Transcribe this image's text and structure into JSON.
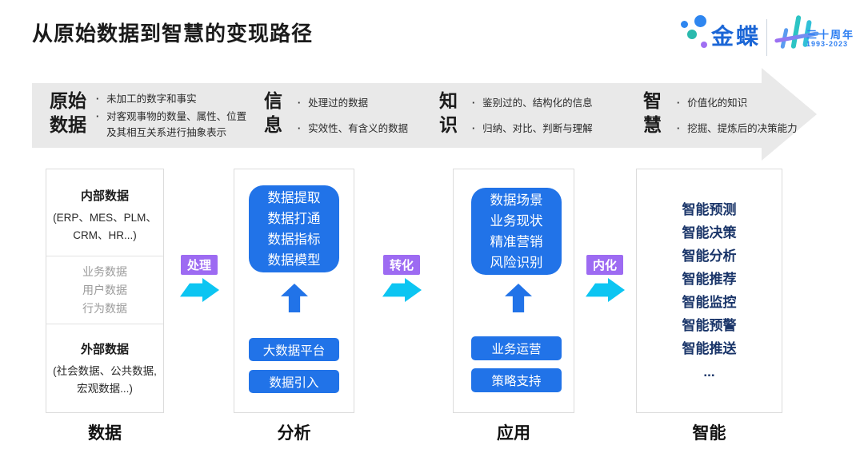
{
  "page": {
    "title": "从原始数据到智慧的变现路径"
  },
  "logo": {
    "brand": "金蝶",
    "anniversary_title": "三十周年",
    "anniversary_years": "1993-2023"
  },
  "banner": {
    "stages": [
      {
        "title": "原始数据",
        "bullets": [
          "未加工的数字和事实",
          "对客观事物的数量、属性、位置及其相互关系进行抽象表示"
        ]
      },
      {
        "title": "信息",
        "bullets": [
          "处理过的数据",
          "实效性、有含义的数据"
        ]
      },
      {
        "title": "知识",
        "bullets": [
          "鉴别过的、结构化的信息",
          "归纳、对比、判断与理解"
        ]
      },
      {
        "title": "智慧",
        "bullets": [
          "价值化的知识",
          "挖掘、提炼后的决策能力"
        ]
      }
    ]
  },
  "flow": {
    "connectors": [
      {
        "label": "处理"
      },
      {
        "label": "转化"
      },
      {
        "label": "内化"
      }
    ],
    "columns": [
      {
        "label": "数据",
        "sections": [
          {
            "heading": "内部数据",
            "body": "(ERP、MES、PLM、\nCRM、HR...)"
          },
          {
            "items": "业务数据\n用户数据\n行为数据"
          },
          {
            "heading": "外部数据",
            "body": "(社会数据、公共数据,\n宏观数据...)"
          }
        ]
      },
      {
        "label": "分析",
        "big_box": "数据提取\n数据打通\n数据指标\n数据模型",
        "buttons": [
          "大数据平台",
          "数据引入"
        ]
      },
      {
        "label": "应用",
        "big_box": "数据场景\n业务现状\n精准营销\n风险识别",
        "buttons": [
          "业务运营",
          "策略支持"
        ]
      },
      {
        "label": "智能",
        "items": [
          "智能预测",
          "智能决策",
          "智能分析",
          "智能推荐",
          "智能监控",
          "智能预警",
          "智能推送",
          "..."
        ]
      }
    ]
  },
  "colors": {
    "primary_blue": "#2173e8",
    "badge_purple": "#9d6bf2",
    "arrow_cyan": "#0cc5f2",
    "navy": "#1a3569",
    "banner_gray": "#e9e9e9",
    "brand_blue": "#1b66d6"
  }
}
